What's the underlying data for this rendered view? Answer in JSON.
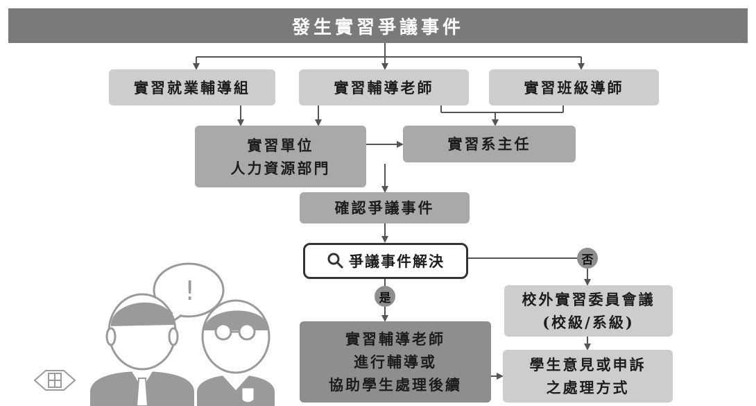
{
  "title": "發生實習爭議事件",
  "nodes": {
    "counseling_group": "實習就業輔導組",
    "advisor": "實習輔導老師",
    "class_teacher": "實習班級導師",
    "company_hr_line1": "實習單位",
    "company_hr_line2": "人力資源部門",
    "dept_chair": "實習系主任",
    "confirm": "確認爭議事件",
    "resolve": "爭議事件解決",
    "yes": "是",
    "no": "否",
    "committee_line1": "校外實習委員會議",
    "committee_line2": "(校級/系級)",
    "advisor_followup_line1": "實習輔導老師",
    "advisor_followup_line2": "進行輔導或",
    "advisor_followup_line3": "協助學生處理後續",
    "appeal_line1": "學生意見或申訴",
    "appeal_line2": "之處理方式"
  },
  "illustration": {
    "speech_mark": "!"
  },
  "colors": {
    "title_bg": "#7a7a7a",
    "light_box": "#cdcdcd",
    "mid_box": "#a9a9a9",
    "dark_box": "#8e8e8e",
    "line": "#555555"
  }
}
